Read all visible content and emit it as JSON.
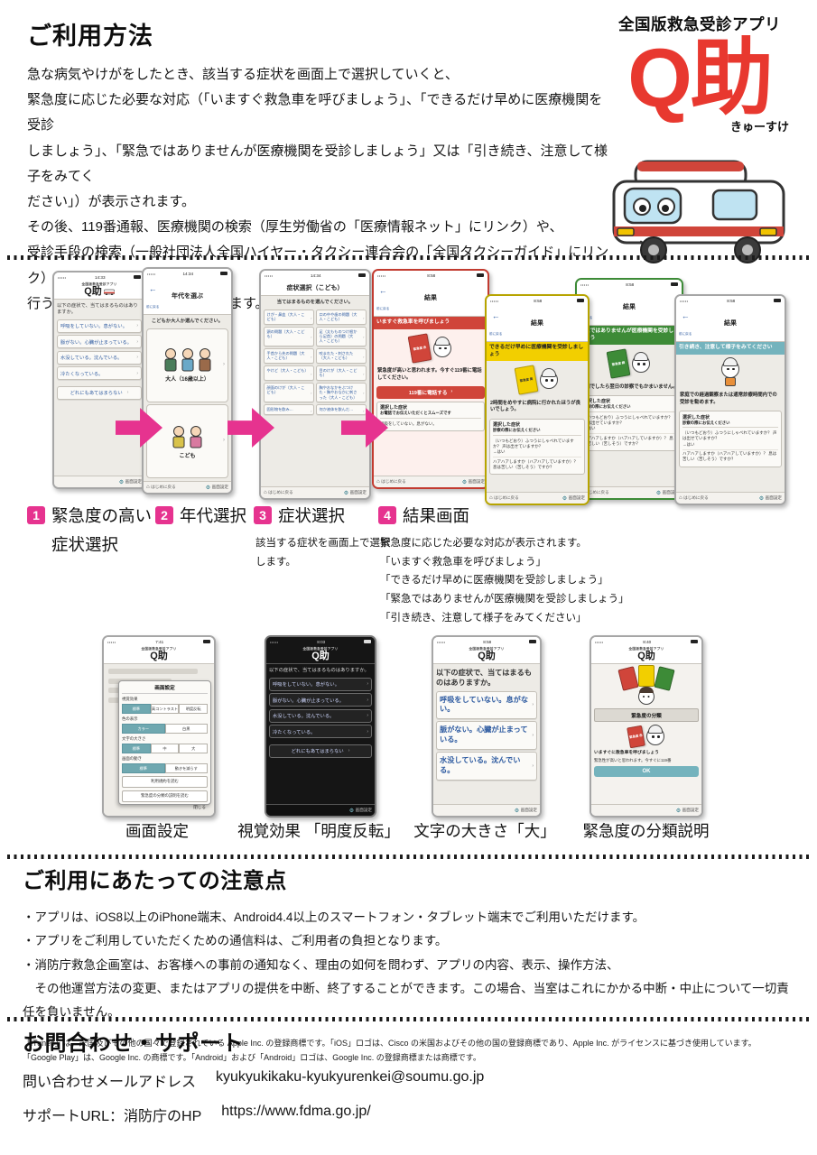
{
  "intro": {
    "title": "ご利用方法",
    "lines": [
      "急な病気やけがをしたとき、該当する症状を画面上で選択していくと、",
      "緊急度に応じた必要な対応（「いますぐ救急車を呼びましょう」、「できるだけ早めに医療機関を受診",
      "しましょう」、「緊急ではありませんが医療機関を受診しましょう」又は「引き続き、注意して様子をみてく",
      "ださい」）が表示されます。",
      "その後、119番通報、医療機関の検索（厚生労働省の「医療情報ネット」にリンク）や、",
      "受診手段の検索（一般社団法人全国ハイヤー・タクシー連合会の「全国タクシーガイド」にリンク）を",
      "行うことができるようになっています。"
    ]
  },
  "logo": {
    "tagline": "全国版救急受診アプリ",
    "name": "Q助",
    "reading": "きゅーすけ"
  },
  "common": {
    "footer_settings": "画面設定",
    "footer_home": "はじめに戻る",
    "back": "前に戻る",
    "result_title": "結果",
    "selected_title": "選択した症状",
    "exam_note": "診察の際にお伝えください",
    "q1": "（いつもどおり）ふつうにしゃべれていますか？ 声は出せていますか？",
    "q1_answer": "→はい",
    "q2": "ハアハアしますか（ハアハアしていますか）？ 息は苦しい（苦しそう）ですか？"
  },
  "phones": {
    "p1": {
      "time": "14:33",
      "app_tagline": "全国版救急受診アプリ",
      "app_name": "Q助",
      "question": "以下の症状で、当てはまるものはありますか。",
      "buttons": [
        "呼吸をしていない。息がない。",
        "脈がない。心臓が止まっている。",
        "水没している。沈んでいる。",
        "冷たくなっている。"
      ],
      "none_button": "どれにもあてはまらない"
    },
    "p2": {
      "time": "14:34",
      "title": "年代を選ぶ",
      "question": "こどもか大人か選んでください。",
      "card_adult": "大人（16歳以上）",
      "card_child": "こども"
    },
    "p3": {
      "time": "14:34",
      "title": "症状選択（こども）",
      "question": "当てはまるものを選んでください。",
      "items": [
        "けが・鼻血（大人・こども）",
        "口の中や歯の問題（大人・こども）",
        "頭の問題（大人・こども）",
        "足（太もものつけ根から足首）の問題（大人・こども）",
        "手首から先の問題（大人・こども）",
        "咬まれた・刺された（大人・こども）",
        "やけど（大人・こども）",
        "目のけが（大人・こども）",
        "顔面のけが（大人・こども）",
        "胸やおなかをぶつけた・胸やおなかに刺さった（大人・こども）",
        "固形物を飲み…",
        "何か液体を飲んだ…"
      ]
    },
    "p4": {
      "time": "8:58",
      "banner": "いますぐ救急車を呼びましょう",
      "badge": "緊急度 赤",
      "message": "緊急度が高いと思われます。今すぐ119番に電話してください。",
      "call_button": "119番に電話する",
      "selected_note": "お電話でお伝えいただくとスムーズです",
      "selected_item": "呼吸をしていない。息がない。"
    },
    "p5": {
      "time": "8:58",
      "banner": "できるだけ早めに医療機関を受診しましょう",
      "badge": "緊急度 黄",
      "message": "2時間をめやすに病院に行かれたほうが良いでしょう。"
    },
    "p6": {
      "time": "8:58",
      "banner": "緊急ではありませんが医療機関を受診しましょう",
      "badge": "緊急度 緑",
      "message": "夜間でしたら翌日の診察でもかまいません。"
    },
    "p7": {
      "time": "8:58",
      "banner": "引き続き、注意して様子をみてください",
      "message": "家庭での経過観察または通常診療時間内での受診を勧めます。"
    },
    "pa": {
      "time": "7:41",
      "modal_title": "画面設定",
      "group1_label": "視覚効果",
      "group1_options": [
        "標準",
        "高コントラスト",
        "明度反転"
      ],
      "group2_label": "色の表示",
      "group2_options": [
        "カラー",
        "白黒"
      ],
      "group3_label": "文字の大きさ",
      "group3_options": [
        "標準",
        "中",
        "大"
      ],
      "group4_label": "画面の動き",
      "group4_options": [
        "標準",
        "動きを減らす"
      ],
      "link1": "利用規約を読む",
      "link2": "緊急度の分類の説明を読む",
      "close": "閉じる"
    },
    "pb": {
      "time": "8:03"
    },
    "pc": {
      "time": "8:58"
    },
    "pd": {
      "time": "8:40",
      "class_bar": "緊急度の分類",
      "line1": "いますぐに救急車を呼びましょう",
      "line2": "緊急性が高いと思われます。今すぐに119番",
      "ok": "OK"
    }
  },
  "steps": [
    {
      "num": "1",
      "title": "緊急度の高い",
      "title2": "症状選択"
    },
    {
      "num": "2",
      "title": "年代選択"
    },
    {
      "num": "3",
      "title": "症状選択",
      "desc": "該当する症状を画面上で選択します。"
    },
    {
      "num": "4",
      "title": "結果画面",
      "desc": [
        "緊急度に応じた必要な対応が表示されます。",
        "「いますぐ救急車を呼びましょう」",
        "「できるだけ早めに医療機関を受診しましょう」",
        "「緊急ではありませんが医療機関を受診しましょう」",
        "「引き続き、注意して様子をみてください」"
      ]
    }
  ],
  "row2": {
    "captions": [
      "画面設定",
      "視覚効果 「明度反転」",
      "文字の大きさ「大」",
      "緊急度の分類説明"
    ]
  },
  "notes": {
    "title": "ご利用にあたっての注意点",
    "bullets": [
      "・アプリは、iOS8以上のiPhone端末、Android4.4以上のスマートフォン・タブレット端末でご利用いただけます。",
      "・アプリをご利用していただくための通信料は、ご利用者の負担となります。",
      "・消防庁救急企画室は、お客様への事前の通知なく、理由の如何を問わず、アプリの内容、表示、操作方法、",
      "　その他運営方法の変更、またはアプリの提供を中断、終了することができます。この場合、当室はこれにかかる中断・中止について一切責任を負いません。"
    ],
    "legal": [
      "「iTunes」は、米国及びその他の国々で登録されている Apple Inc. の登録商標です。「iOS」ロゴは、Cisco の米国およびその他の国の登録商標であり、Apple Inc. がライセンスに基づき使用しています。",
      "「Google Play」は、Google Inc. の商標です。「Android」および「Android」ロゴは、Google Inc. の登録商標または商標です。"
    ]
  },
  "contact": {
    "title": "お問合わせ・サポート",
    "email_label": "問い合わせメールアドレス",
    "email": "kyukyukikaku-kyukyurenkei@soumu.go.jp",
    "url_label": "サポートURL：消防庁のHP",
    "url": "https://www.fdma.go.jp/"
  }
}
